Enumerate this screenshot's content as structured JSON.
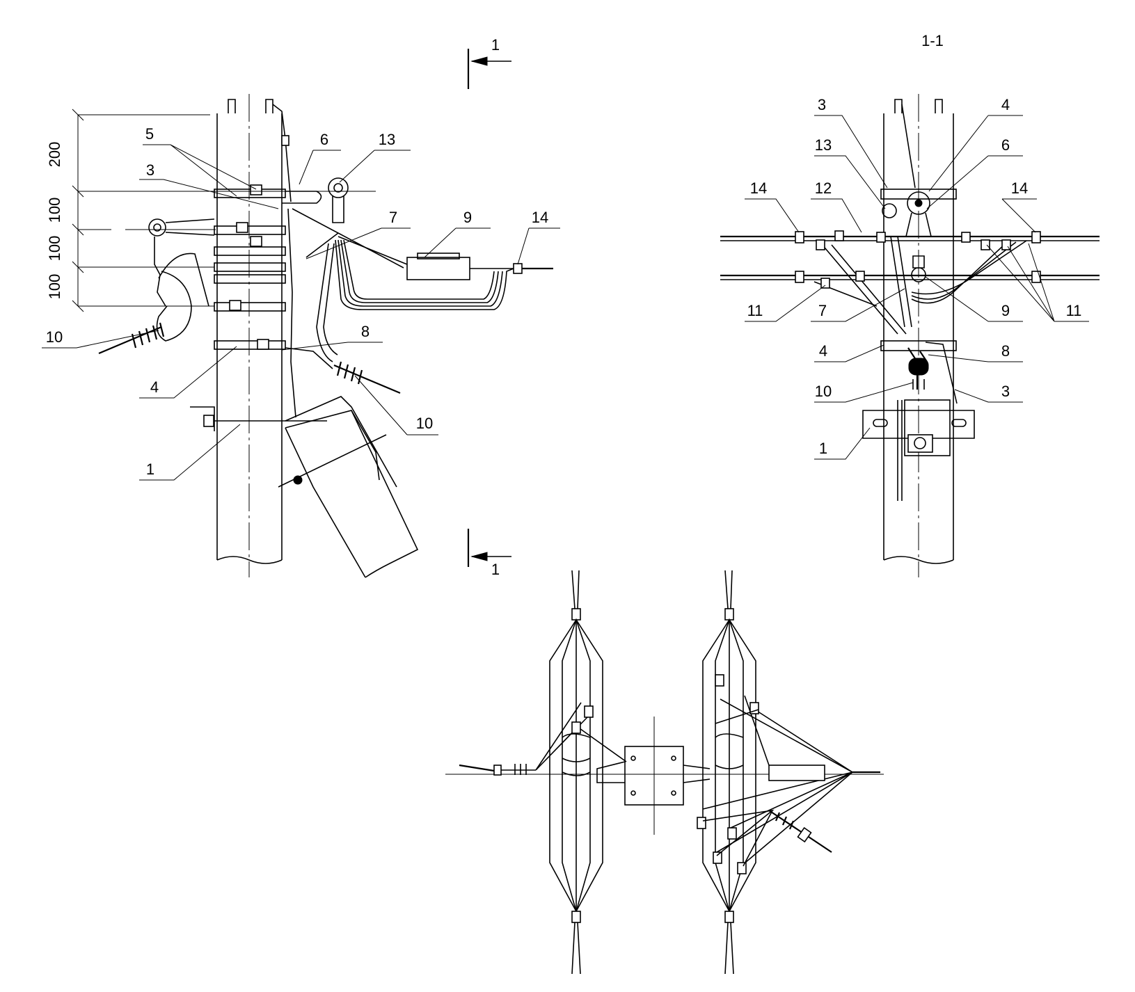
{
  "section_label": "1-1",
  "section_marks": [
    "1",
    "1"
  ],
  "dimensions": [
    "200",
    "100",
    "100",
    "100"
  ],
  "front_view_callouts": [
    "5",
    "6",
    "13",
    "3",
    "7",
    "9",
    "14",
    "10",
    "8",
    "4",
    "10",
    "1"
  ],
  "side_view_callouts": [
    "3",
    "4",
    "13",
    "6",
    "14",
    "12",
    "14",
    "11",
    "7",
    "9",
    "11",
    "4",
    "8",
    "10",
    "3",
    "1"
  ]
}
